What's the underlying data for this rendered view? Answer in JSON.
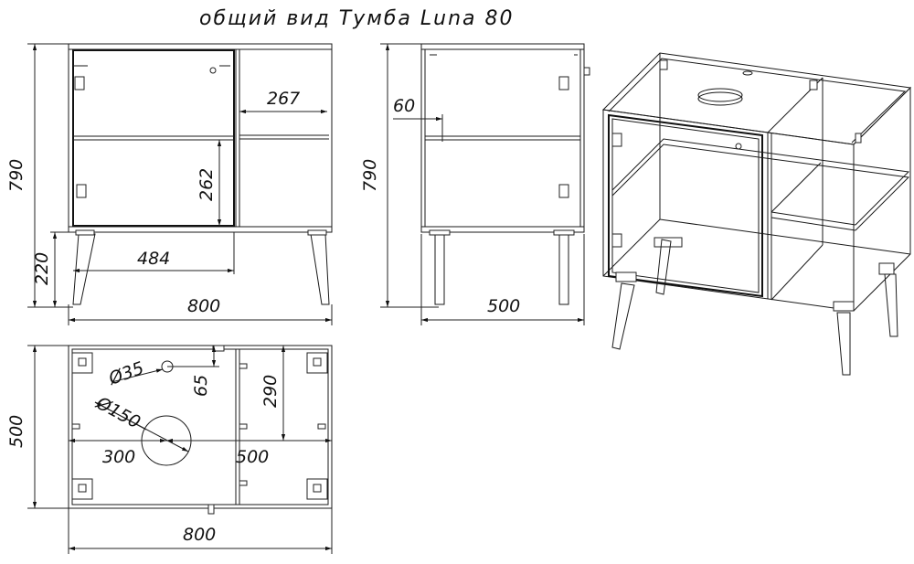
{
  "title": "общий вид Тумба Luna 80",
  "front_view": {
    "height_total": "790",
    "height_legs": "220",
    "shelf_depth": "267",
    "door_lower_height": "262",
    "door_width": "484",
    "width_total": "800"
  },
  "side_view": {
    "height_total": "790",
    "offset": "60",
    "depth_total": "500"
  },
  "top_view": {
    "hole_small": "Ø35",
    "hole_large": "Ø150",
    "dim_65": "65",
    "dim_290": "290",
    "dim_300": "300",
    "dim_500_inner": "500",
    "depth_total": "500",
    "width_total": "800"
  },
  "colors": {
    "line": "#1a1a1a",
    "background": "#ffffff"
  }
}
